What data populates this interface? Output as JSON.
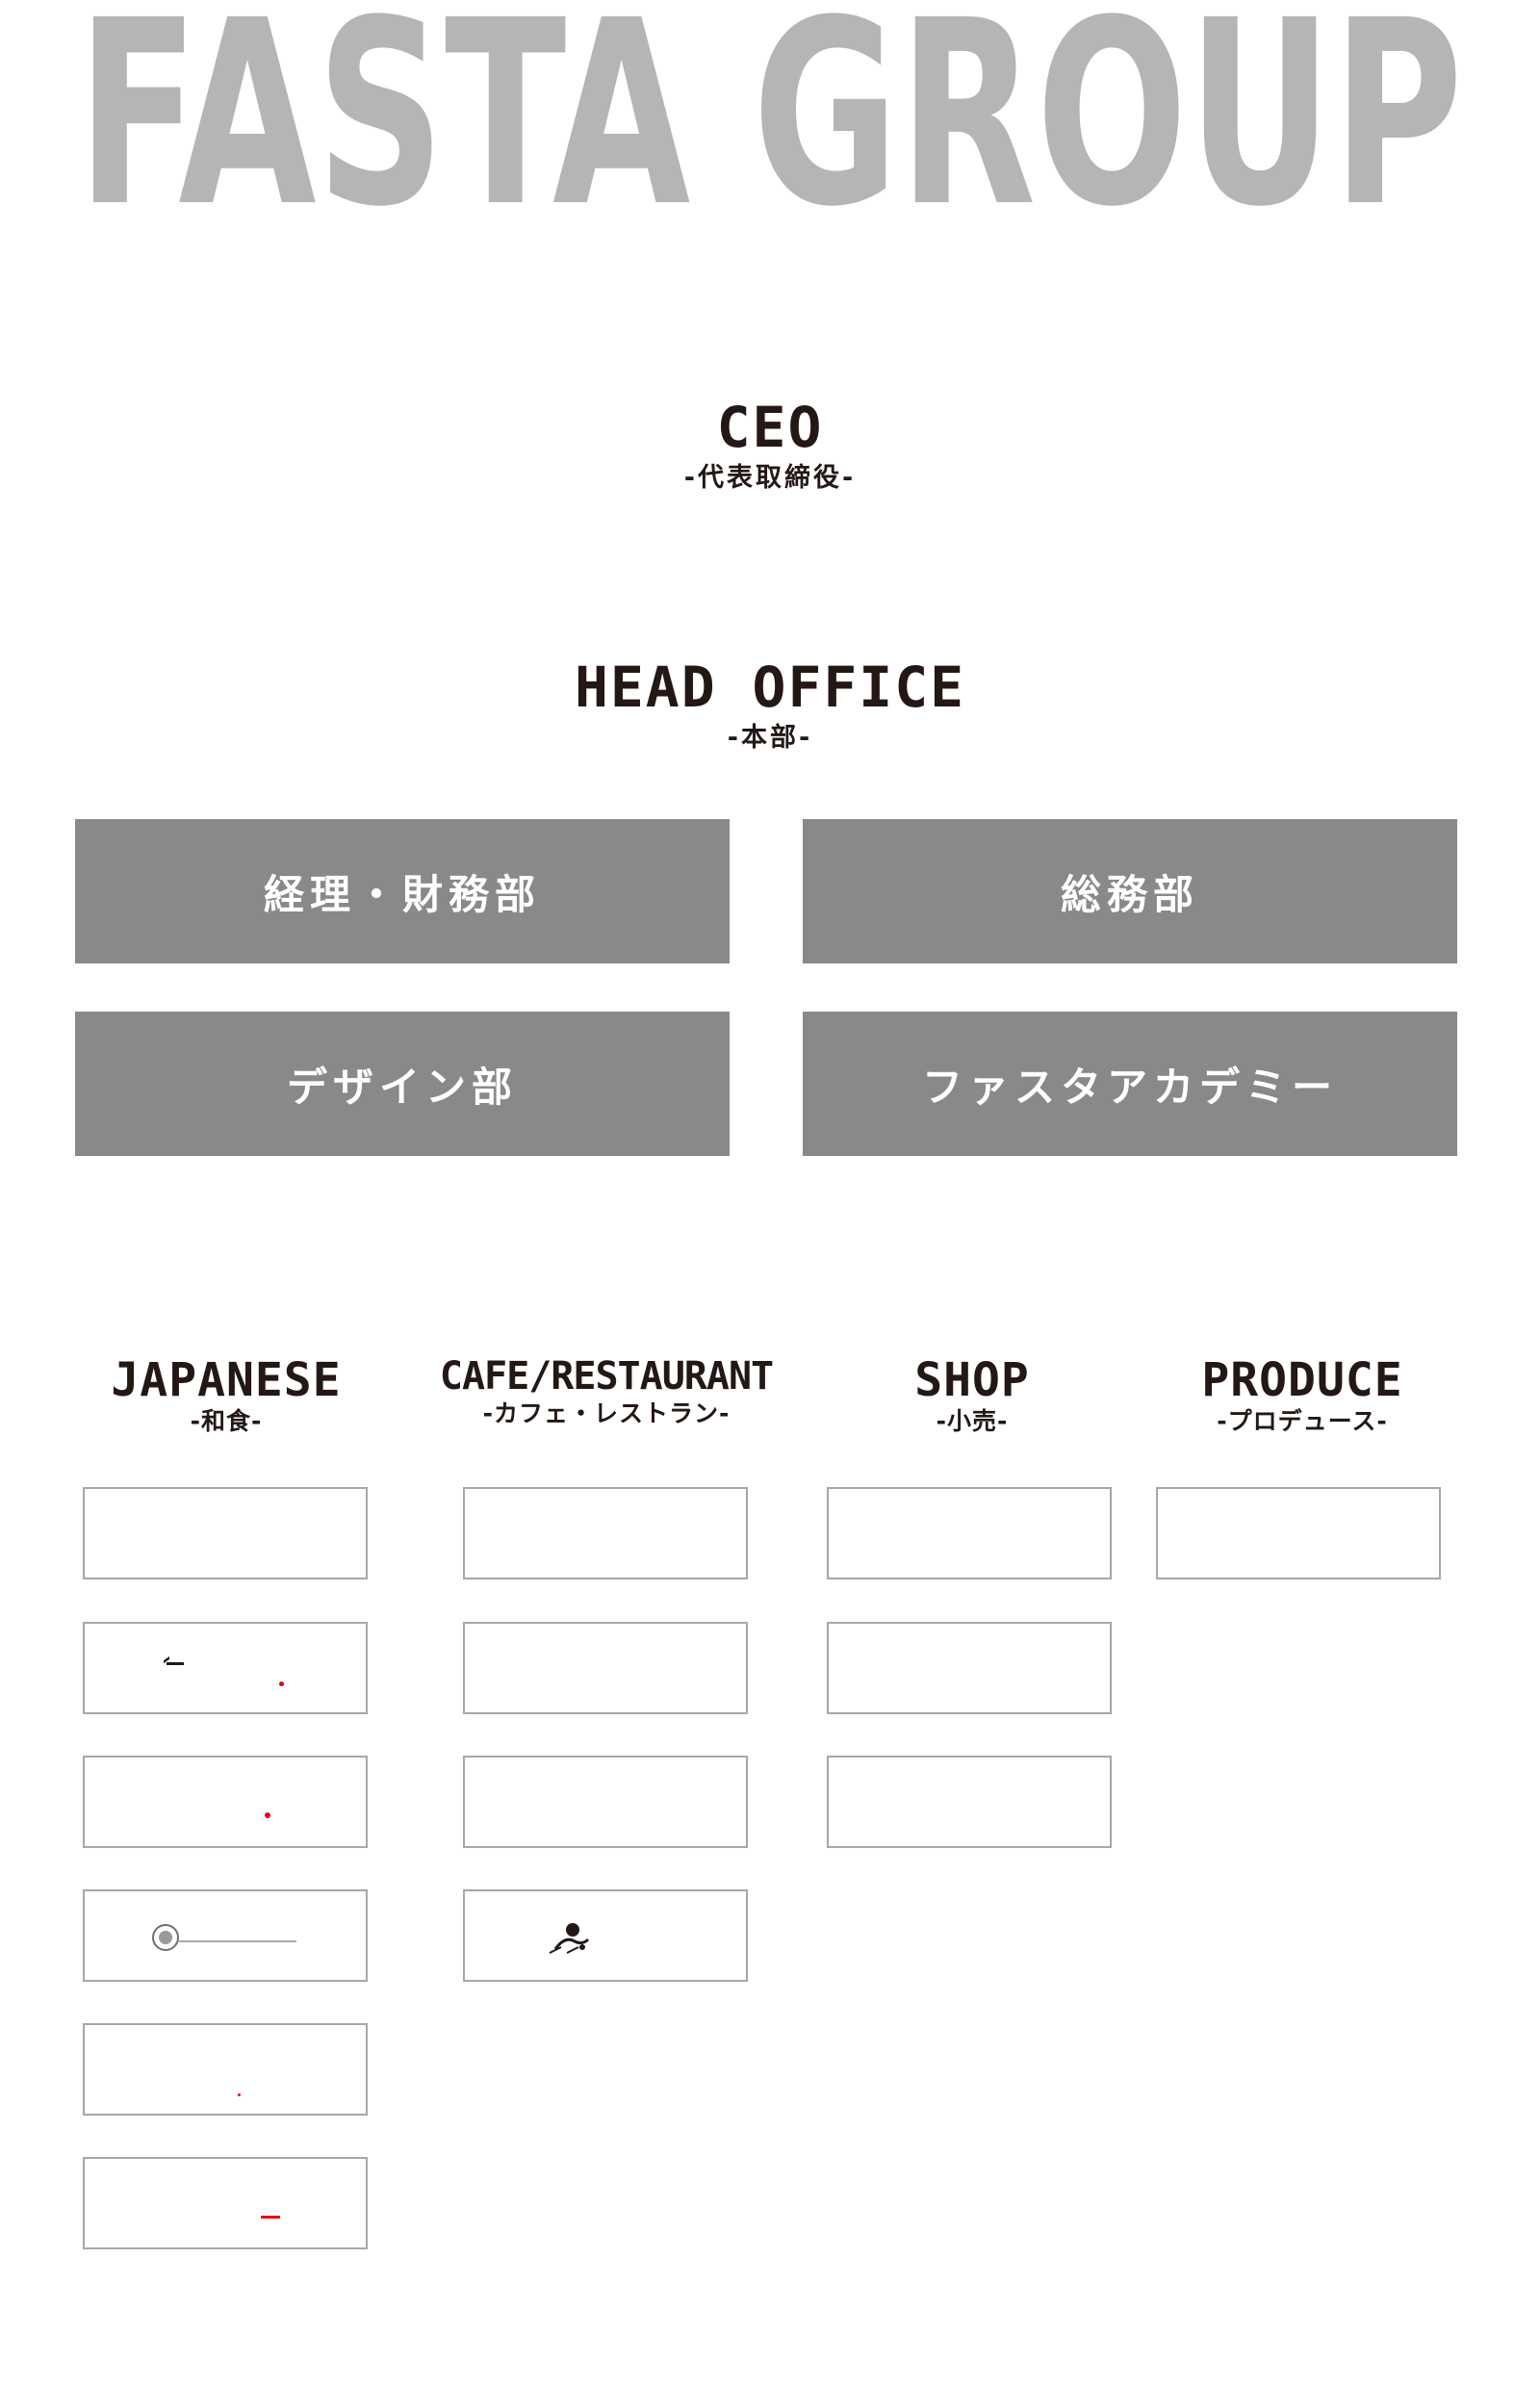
{
  "brand": {
    "title": "FASTA GROUP",
    "title_color": "#b5b5b5"
  },
  "ceo": {
    "title": "CEO",
    "subtitle": "-代表取締役-"
  },
  "head_office": {
    "title": "HEAD OFFICE",
    "subtitle": "-本部-",
    "departments": [
      {
        "label": "経理・財務部"
      },
      {
        "label": "総務部"
      },
      {
        "label": "デザイン部"
      },
      {
        "label": "ファスタアカデミー"
      }
    ],
    "box_color": "#898989"
  },
  "categories": [
    {
      "title": "JAPANESE",
      "subtitle": "-和食-",
      "card_count": 6
    },
    {
      "title": "CAFE/RESTAURANT",
      "subtitle": "-カフェ・レストラン-",
      "card_count": 4
    },
    {
      "title": "SHOP",
      "subtitle": "-小売-",
      "card_count": 3
    },
    {
      "title": "PRODUCE",
      "subtitle": "-プロデュース-",
      "card_count": 1
    }
  ],
  "colors": {
    "text": "#231815",
    "card_border": "#a7a7a7",
    "accent_red": "#e60012"
  }
}
